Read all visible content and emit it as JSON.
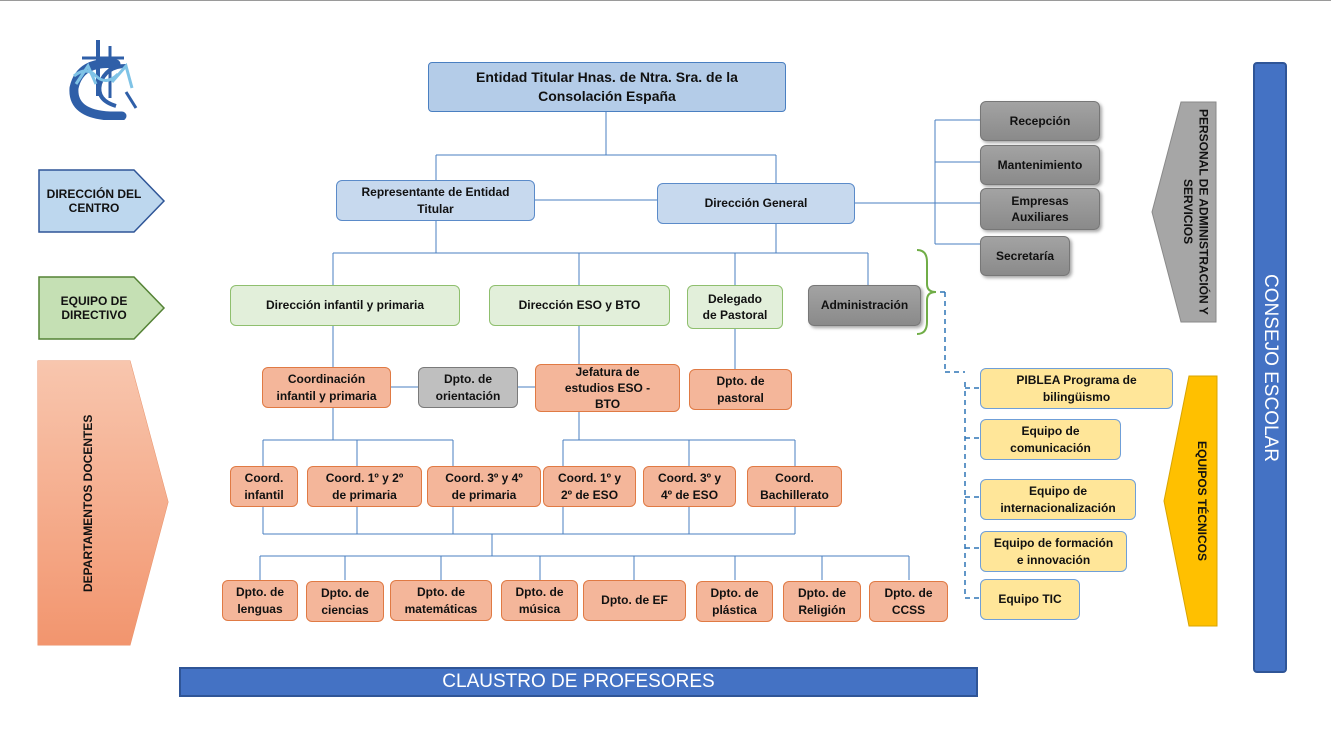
{
  "top": {
    "title": "Entidad Titular Hnas. de Ntra. Sra. de la Consolación España"
  },
  "left_labels": {
    "direccion": "DIRECCIÓN DEL CENTRO",
    "equipo": "EQUIPO DE DIRECTIVO",
    "departamentos": "DEPARTAMENTOS DOCENTES"
  },
  "level1": {
    "representante": "Representante de Entidad Titular",
    "direccion_general": "Dirección General"
  },
  "services": {
    "title": "PERSONAL DE ADMINISTRACIÓN Y SERVICIOS",
    "items": [
      "Recepción",
      "Mantenimiento",
      "Empresas Auxiliares",
      "Secretaría"
    ]
  },
  "level2": {
    "infantil_primaria": "Dirección infantil  y primaria",
    "eso_bto": "Dirección ESO y BTO",
    "pastoral": "Delegado de Pastoral",
    "administracion": "Administración"
  },
  "level3": {
    "coord_inf_prim": "Coordinación infantil  y primaria",
    "orientacion": "Dpto. de orientación",
    "jefatura": "Jefatura de estudios ESO - BTO",
    "dpto_pastoral": "Dpto. de pastoral"
  },
  "coordinators": [
    "Coord. infantil",
    "Coord. 1º y 2º de primaria",
    "Coord. 3º y 4º de primaria",
    "Coord. 1º y 2º de ESO",
    "Coord. 3º y 4º de ESO",
    "Coord. Bachillerato"
  ],
  "departments": [
    "Dpto. de lenguas",
    "Dpto. de ciencias",
    "Dpto. de matemáticas",
    "Dpto. de música",
    "Dpto. de EF",
    "Dpto. de plástica",
    "Dpto. de Religión",
    "Dpto. de CCSS"
  ],
  "technical": {
    "title": "EQUIPOS TÉCNICOS",
    "items": [
      "PIBLEA Programa de bilingüismo",
      "Equipo de comunicación",
      "Equipo de internacionalización",
      "Equipo de formación e innovación",
      "Equipo TIC"
    ]
  },
  "claustro": "CLAUSTRO  DE  PROFESORES",
  "consejo": "CONSEJO   ESCOLAR",
  "colors": {
    "blue": "#b4cce8",
    "green": "#e2efda",
    "orange": "#f4b69a",
    "gray": "#8f8f8f",
    "yellow": "#ffe699",
    "bar": "#4472c4"
  }
}
